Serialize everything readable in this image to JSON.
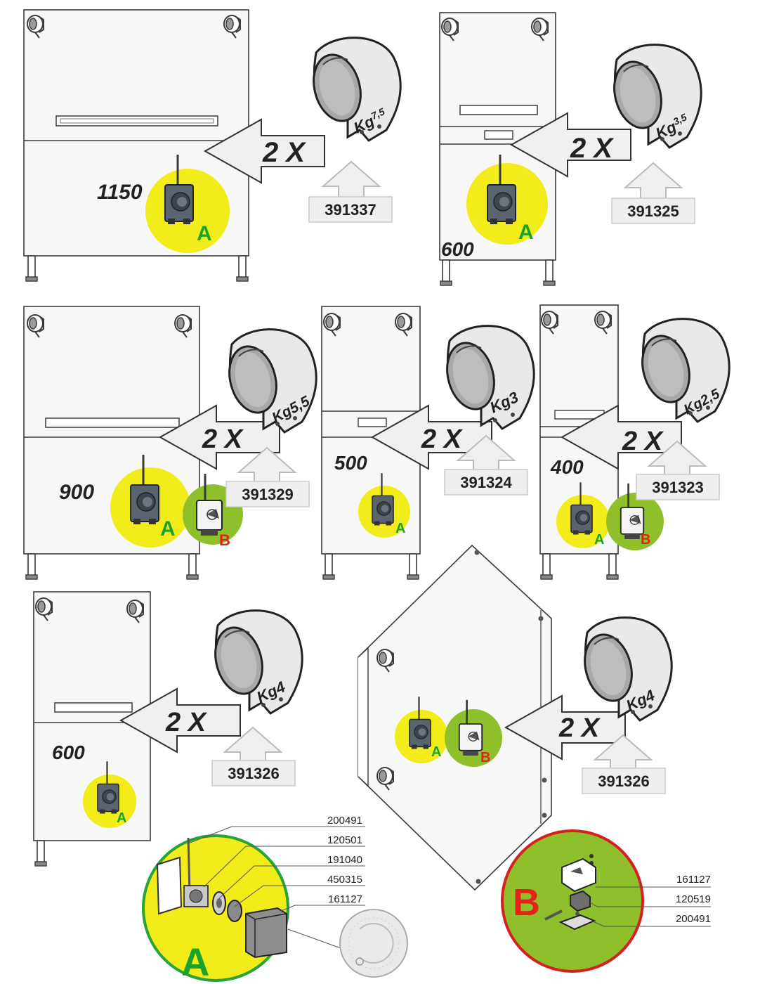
{
  "colors": {
    "outline": "#3a3a3a",
    "panel": "#f7f7f7",
    "yellow": "#f2ec1a",
    "green_disc": "#8fbf2a",
    "green_letter": "#1aa32a",
    "red_letter": "#e2231a",
    "red_ring": "#d62020",
    "green_ring": "#27a33a",
    "arrow_fill": "#f0f0f0",
    "roll_fill": "#e9e9e9"
  },
  "icons": [
    "roller-icon",
    "thermostat-icon",
    "switch-icon",
    "weight-roll-icon",
    "arrow-icon"
  ],
  "units": [
    {
      "size": "1150",
      "weight": "Kg",
      "weight_exp": "7,5",
      "qty": "2 X",
      "code": "391337",
      "marks": [
        "A"
      ]
    },
    {
      "size": "600",
      "weight": "Kg",
      "weight_exp": "3,5",
      "qty": "2 X",
      "code": "391325",
      "marks": [
        "A"
      ]
    },
    {
      "size": "900",
      "weight": "Kg5,5",
      "weight_exp": "",
      "qty": "2 X",
      "code": "391329",
      "marks": [
        "A",
        "B"
      ]
    },
    {
      "size": "500",
      "weight": "Kg3",
      "weight_exp": "",
      "qty": "2 X",
      "code": "391324",
      "marks": [
        "A"
      ]
    },
    {
      "size": "400",
      "weight": "Kg2,5",
      "weight_exp": "",
      "qty": "2 X",
      "code": "391323",
      "marks": [
        "A",
        "B"
      ]
    },
    {
      "size": "600",
      "weight": "Kg4",
      "weight_exp": "",
      "qty": "2 X",
      "code": "391326",
      "marks": [
        "A"
      ]
    },
    {
      "size": "",
      "weight": "Kg4",
      "weight_exp": "",
      "qty": "2 X",
      "code": "391326",
      "marks": [
        "A",
        "B"
      ]
    }
  ],
  "detail_a": {
    "letter": "A",
    "parts": [
      "200491",
      "120501",
      "191040",
      "450315",
      "161127"
    ]
  },
  "detail_b": {
    "letter": "B",
    "parts": [
      "161127",
      "120519",
      "200491"
    ]
  }
}
